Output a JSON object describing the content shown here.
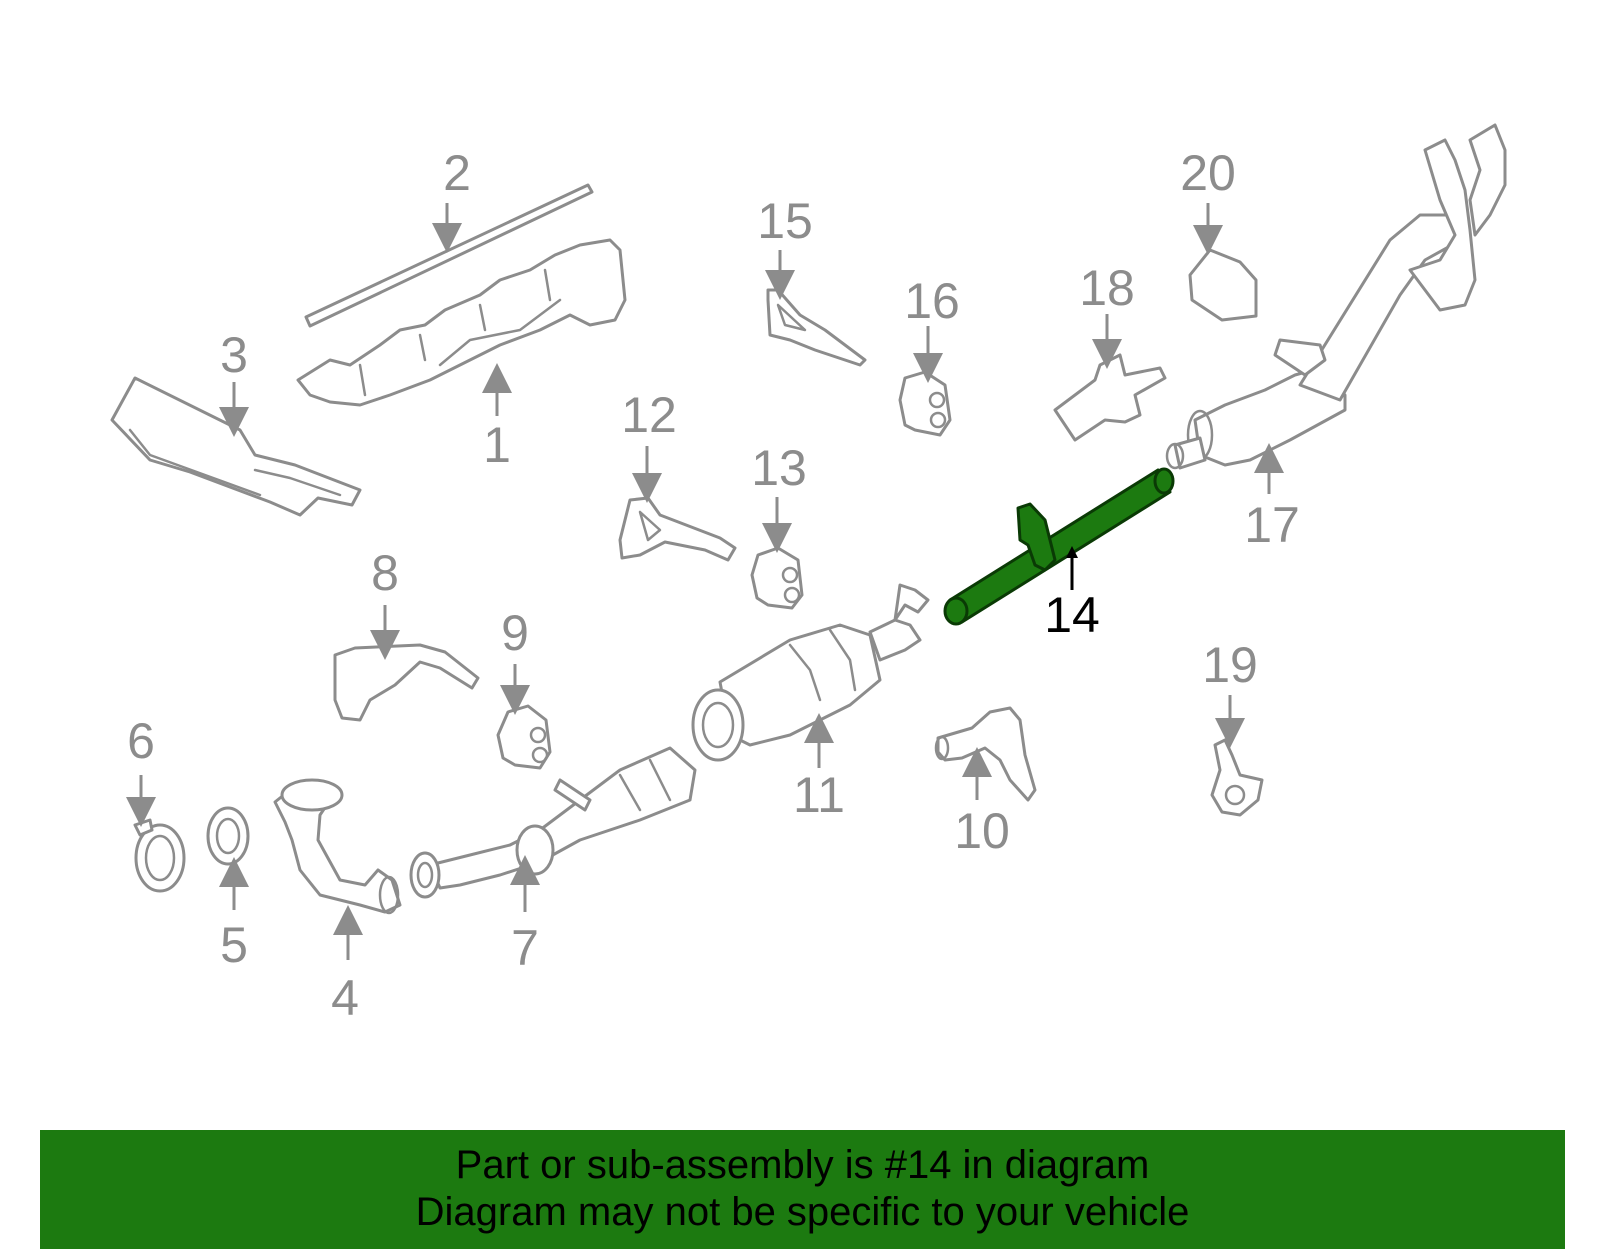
{
  "callouts": {
    "c1": "1",
    "c2": "2",
    "c3": "3",
    "c4": "4",
    "c5": "5",
    "c6": "6",
    "c7": "7",
    "c8": "8",
    "c9": "9",
    "c10": "10",
    "c11": "11",
    "c12": "12",
    "c13": "13",
    "c14": "14",
    "c15": "15",
    "c16": "16",
    "c17": "17",
    "c18": "18",
    "c19": "19",
    "c20": "20"
  },
  "highlight": {
    "part": "14",
    "color": "#1c7a10",
    "line_color": "#8c8c8c"
  },
  "banner": {
    "line1": "Part or sub-assembly is #14 in diagram",
    "line2": "Diagram may not be specific to your vehicle",
    "background": "#1c7a10"
  }
}
